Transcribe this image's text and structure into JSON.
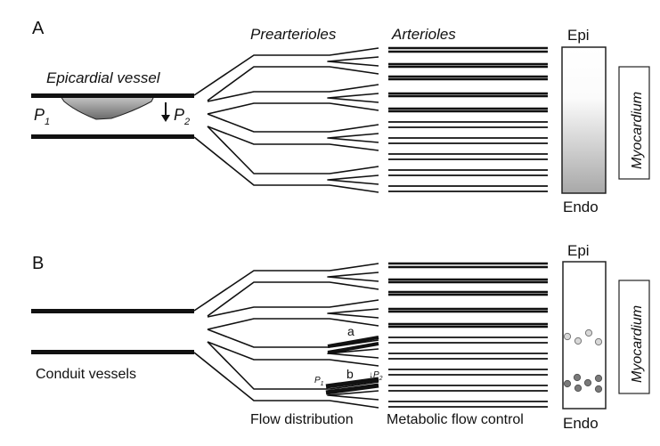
{
  "panel_a": {
    "letter": "A",
    "vessel_label": "Epicardial vessel",
    "p1": "P",
    "p1_sub": "1",
    "p2": "P",
    "p2_sub": "2",
    "prearterioles_label": "Prearterioles",
    "arterioles_label": "Arterioles",
    "epi_label": "Epi",
    "endo_label": "Endo",
    "myocardium_label": "Myocardium"
  },
  "panel_b": {
    "letter": "B",
    "conduit_label": "Conduit vessels",
    "flow_distribution_label": "Flow distribution",
    "metabolic_label": "Metabolic flow control",
    "a_label": "a",
    "b_label": "b",
    "p1": "P",
    "p1_sub": "1",
    "p2": "↓P",
    "p2_sub": "2",
    "epi_label": "Epi",
    "endo_label": "Endo",
    "myocardium_label": "Myocardium"
  },
  "colors": {
    "line": "#111111",
    "gradient_top": "#ffffff",
    "gradient_bottom": "#a8a8a8",
    "dot_light": "#d8d8d8",
    "dot_dark": "#7a7a7a"
  }
}
